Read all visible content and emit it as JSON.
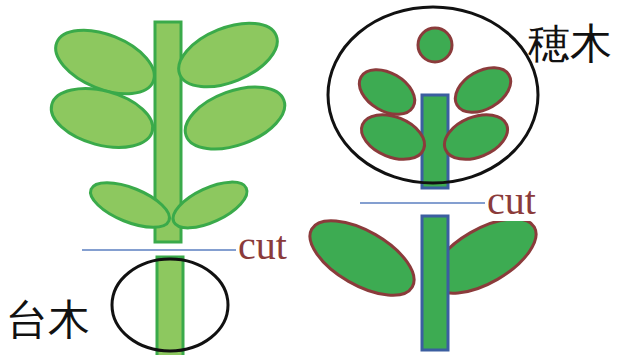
{
  "diagram": {
    "nodes": [
      {
        "text": [
          "穂木"
        ]
      },
      {
        "text": [
          "台木"
        ]
      }
    ],
    "labels": [
      "cut",
      "cut"
    ]
  }
}
